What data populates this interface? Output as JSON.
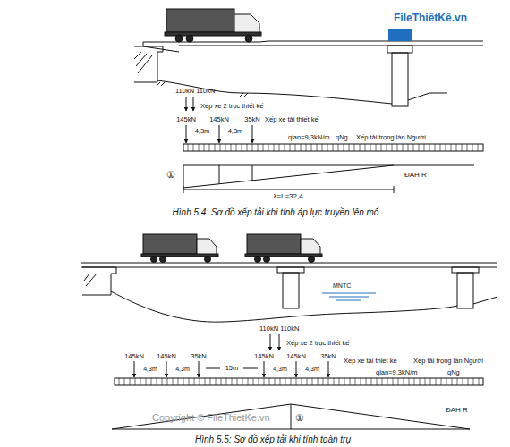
{
  "diagram": {
    "labels": [
      "110kN 110kN",
      "Xếp xe 2 trục thiết kế",
      "145kN",
      "145kN",
      "35kN",
      "4,3m",
      "4,3m",
      "Xếp xe tải thiết kế",
      "qlan=9,3kN/m",
      "qNg",
      "Xếp tải trọng làn Người",
      "①",
      "ĐAH R",
      "λ=L=32,4",
      "Hình 5.4: Sơ đồ xếp tải khi tính áp lực truyền lên mố",
      "MNTC",
      "110kN 110kN",
      "Xếp xe 2 trục thiết kế",
      "145kN",
      "145kN",
      "35kN",
      "145kN",
      "145kN",
      "35kN",
      "4,3m",
      "4,3m",
      "4,3m",
      "4,3m",
      "15m",
      "Xếp xe tải thiết kế",
      "qlan=9,3kN/m",
      "qNg",
      "Xếp tải trọng làn Người",
      "①",
      "ĐAH R",
      "Hình 5.5: Sơ đồ xếp tải khi tính toàn trụ",
      "Copyright © FileThietKe.vn",
      "FileThiếtKế.vn"
    ]
  }
}
